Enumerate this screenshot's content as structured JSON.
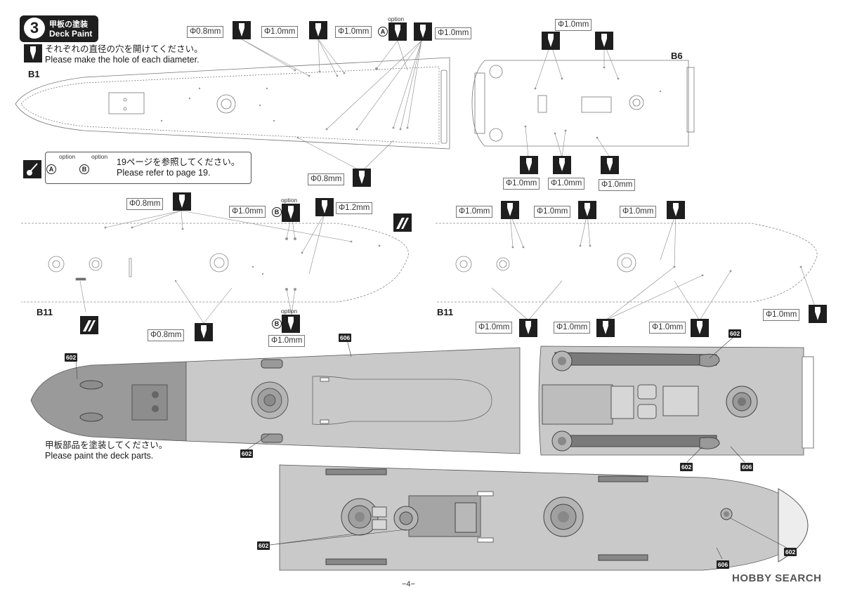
{
  "step": {
    "number": "3",
    "title_jp": "甲板の塗装",
    "title_en": "Deck Paint"
  },
  "instructions": {
    "drill_jp": "それぞれの直径の穴を開けてください。",
    "drill_en": "Please make the hole of each diameter.",
    "refer_jp": "19ページを参照してください。",
    "refer_en": "Please refer to page 19.",
    "paint_jp": "甲板部品を塗装してください。",
    "paint_en": "Please paint the deck parts."
  },
  "part_labels": {
    "b1": "B1",
    "b6": "B6",
    "b11_left": "B11",
    "b11_right": "B11"
  },
  "option": "option",
  "option_a": "A",
  "option_b": "B",
  "diameters": {
    "d08": "Φ0.8mm",
    "d10": "Φ1.0mm",
    "d12": "Φ1.2mm"
  },
  "color_codes": {
    "c602": "602",
    "c606": "606"
  },
  "page_number": "−4−",
  "watermark": "HOBBY SEARCH",
  "icons": {
    "drill": "drill-bit-icon",
    "brush": "paint-brush-icon",
    "stripe": "stripe-decal-icon"
  },
  "colors": {
    "dark": "#222222",
    "deck_light": "#c9c9c9",
    "deck_dark": "#9a9a9a"
  }
}
